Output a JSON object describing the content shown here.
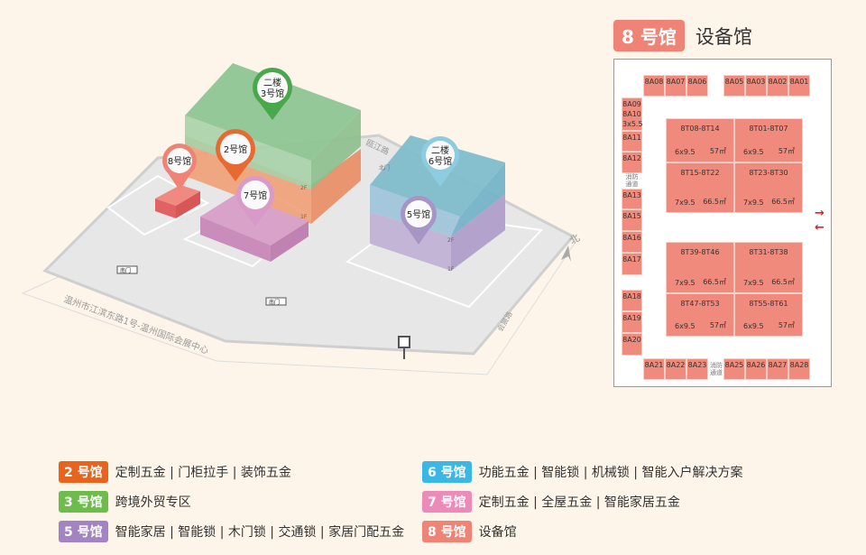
{
  "map": {
    "halls": [
      {
        "id": "3",
        "lines": [
          "二楼",
          "3号馆"
        ],
        "color": "#4aa84c"
      },
      {
        "id": "8",
        "lines": [
          "8号馆"
        ],
        "color": "#ef8476"
      },
      {
        "id": "2",
        "lines": [
          "2号馆"
        ],
        "color": "#e86a33"
      },
      {
        "id": "7",
        "lines": [
          "7号馆"
        ],
        "color": "#d79ac9"
      },
      {
        "id": "6",
        "lines": [
          "二楼",
          "6号馆"
        ],
        "color": "#8ccbe0"
      },
      {
        "id": "5",
        "lines": [
          "5号馆"
        ],
        "color": "#a795c6"
      }
    ],
    "roads": {
      "south": "温州市江滨东路1号-温州国际会展中心",
      "north": "瓯江路",
      "east": "会展路"
    },
    "gates": {
      "south1": "南门",
      "south2": "南门",
      "north": "北门"
    },
    "floors": {
      "f2": "2F",
      "f1": "1F"
    },
    "compass": "北"
  },
  "floorplan": {
    "hall_badge": "8 号馆",
    "hall_name": "设备馆",
    "booths": [
      "8A08",
      "8A07",
      "8A06",
      "8A05",
      "8A03",
      "8A02",
      "8A01",
      "8A09\n8A10\n3x5.5",
      "8A11",
      "8A12",
      "8A13",
      "8A15",
      "8A16",
      "8A17",
      "8A18",
      "8A19",
      "8A20",
      "8A21",
      "8A22",
      "8A23",
      "8A25",
      "8A26",
      "8A27",
      "8A28"
    ],
    "fire_lane": "消防\n通道",
    "blocks": [
      {
        "name": "8T08-8T14",
        "size": "6x9.5",
        "area": "57㎡"
      },
      {
        "name": "8T01-8T07",
        "size": "6x9.5",
        "area": "57㎡"
      },
      {
        "name": "8T15-8T22",
        "size": "7x9.5",
        "area": "66.5㎡"
      },
      {
        "name": "8T23-8T30",
        "size": "7x9.5",
        "area": "66.5㎡"
      },
      {
        "name": "8T39-8T46",
        "size": "7x9.5",
        "area": "66.5㎡"
      },
      {
        "name": "8T31-8T38",
        "size": "7x9.5",
        "area": "66.5㎡"
      },
      {
        "name": "8T47-8T53",
        "size": "6x9.5",
        "area": "57㎡"
      },
      {
        "name": "8T55-8T61",
        "size": "6x9.5",
        "area": "57㎡"
      }
    ],
    "arrows": [
      "→",
      "←"
    ]
  },
  "legend": [
    {
      "tag": "2 号馆",
      "desc": "定制五金 | 门柜拉手 | 装饰五金",
      "color": "#e8631c"
    },
    {
      "tag": "3 号馆",
      "desc": "跨境外贸专区",
      "color": "#6dbd4c"
    },
    {
      "tag": "5 号馆",
      "desc": "智能家居 | 智能锁 | 木门锁 | 交通锁 | 家居门配五金",
      "color": "#a483c2"
    },
    {
      "tag": "6 号馆",
      "desc": "功能五金 | 智能锁 | 机械锁 | 智能入户解决方案",
      "color": "#3bb7e6"
    },
    {
      "tag": "7 号馆",
      "desc": "定制五金 | 全屋五金 | 智能家居五金",
      "color": "#ec8ab8"
    },
    {
      "tag": "8 号馆",
      "desc": "设备馆",
      "color": "#ef8476"
    }
  ]
}
